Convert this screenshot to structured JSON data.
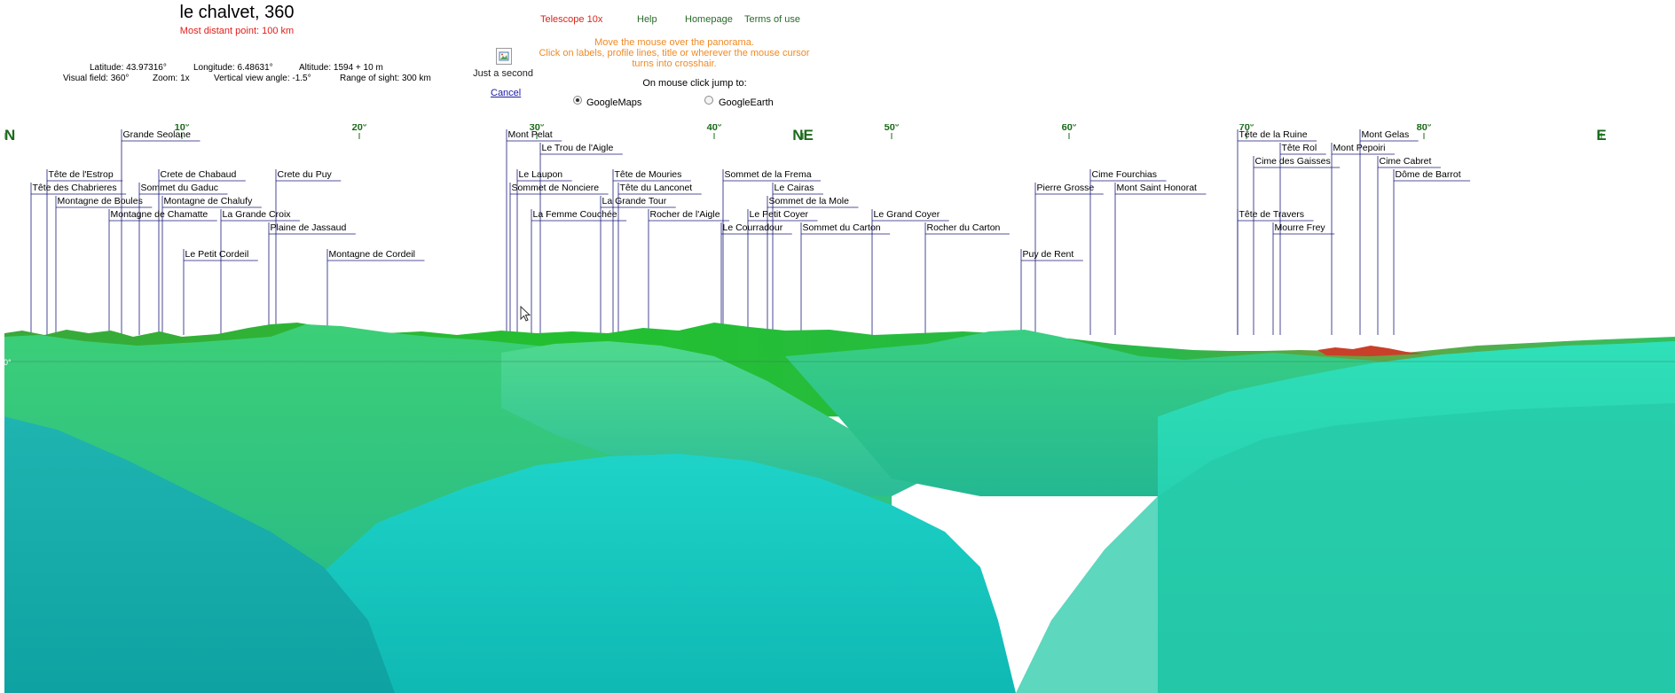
{
  "header": {
    "title": "le chalvet, 360",
    "distant": "Most distant point: 100 km",
    "latitude": "Latitude: 43.97316°",
    "longitude": "Longitude: 6.48631°",
    "altitude": "Altitude: 1594 + 10 m",
    "visual_field": "Visual field: 360°",
    "zoom": "Zoom: 1x",
    "vertical_angle": "Vertical view angle: -1.5°",
    "range": "Range of sight: 300 km"
  },
  "nav": {
    "telescope": "Telescope 10x",
    "help": "Help",
    "homepage": "Homepage",
    "terms": "Terms of use"
  },
  "instructions": {
    "line1": "Move the mouse over the panorama.",
    "line2": "Click on labels, profile lines, title or wherever the mouse cursor",
    "line3": "turns into crosshair."
  },
  "jump": {
    "label": "On mouse click jump to:",
    "option_maps": "GoogleMaps",
    "option_earth": "GoogleEarth",
    "selected": "GoogleMaps"
  },
  "loading": {
    "text": "Just a second",
    "cancel": "Cancel"
  },
  "colors": {
    "nav_red": "#d9261c",
    "nav_green": "#2a6a2a",
    "instr_orange": "#f08a24",
    "tick_green": "#1a6a1a",
    "label_line": "#1a1a7a",
    "terrain_far": "#22b83a",
    "terrain_mid": "#2fc98a",
    "terrain_near": "#20c2c0"
  },
  "scale": {
    "ticks": [
      {
        "label": "N",
        "deg": 0,
        "major": true
      },
      {
        "label": "10°",
        "deg": 10
      },
      {
        "label": "20°",
        "deg": 20
      },
      {
        "label": "30°",
        "deg": 30
      },
      {
        "label": "40°",
        "deg": 40
      },
      {
        "label": "NE",
        "deg": 45,
        "major": true
      },
      {
        "label": "50°",
        "deg": 50
      },
      {
        "label": "60°",
        "deg": 60
      },
      {
        "label": "70°",
        "deg": 70
      },
      {
        "label": "80°",
        "deg": 80
      },
      {
        "label": "E",
        "deg": 90,
        "major": true
      }
    ],
    "horizon_label": "0°"
  },
  "peaks": [
    {
      "name": "Grande Seolane",
      "deg": 6.6,
      "row": 0
    },
    {
      "name": "Tête de l'Estrop",
      "deg": 2.4,
      "row": 3
    },
    {
      "name": "Tête des Chabrieres",
      "deg": 1.5,
      "row": 4
    },
    {
      "name": "Montagne de Boules",
      "deg": 2.9,
      "row": 5
    },
    {
      "name": "Crete de Chabaud",
      "deg": 8.7,
      "row": 3
    },
    {
      "name": "Sommet du Gaduc",
      "deg": 7.6,
      "row": 4
    },
    {
      "name": "Montagne de Chalufy",
      "deg": 8.9,
      "row": 5
    },
    {
      "name": "Montagne de Chamatte",
      "deg": 5.9,
      "row": 6
    },
    {
      "name": "La Grande Croix",
      "deg": 12.2,
      "row": 6
    },
    {
      "name": "Crete du Puy",
      "deg": 15.3,
      "row": 3
    },
    {
      "name": "Plaine de Jassaud",
      "deg": 14.9,
      "row": 7
    },
    {
      "name": "Le Petit Cordeil",
      "deg": 10.1,
      "row": 9
    },
    {
      "name": "Montagne de Cordeil",
      "deg": 18.2,
      "row": 9
    },
    {
      "name": "Mont Pelat",
      "deg": 28.3,
      "row": 0
    },
    {
      "name": "Le Trou de l'Aigle",
      "deg": 30.2,
      "row": 1
    },
    {
      "name": "Le Laupon",
      "deg": 28.9,
      "row": 3
    },
    {
      "name": "Sommet de Nonciere",
      "deg": 28.5,
      "row": 4
    },
    {
      "name": "La Femme Couchée",
      "deg": 29.7,
      "row": 6
    },
    {
      "name": "La Grande Tour",
      "deg": 33.6,
      "row": 5
    },
    {
      "name": "Tête de Mouries",
      "deg": 34.3,
      "row": 3
    },
    {
      "name": "Tête du Lanconet",
      "deg": 34.6,
      "row": 4
    },
    {
      "name": "Rocher de l'Aigle",
      "deg": 36.3,
      "row": 6
    },
    {
      "name": "Sommet de la Frema",
      "deg": 40.5,
      "row": 3
    },
    {
      "name": "Le Cairas",
      "deg": 43.3,
      "row": 4
    },
    {
      "name": "Sommet de la Mole",
      "deg": 43,
      "row": 5
    },
    {
      "name": "Le Petit Coyer",
      "deg": 41.9,
      "row": 6
    },
    {
      "name": "Le Courradour",
      "deg": 40.4,
      "row": 7
    },
    {
      "name": "Sommet du Carton",
      "deg": 44.9,
      "row": 7
    },
    {
      "name": "Le Grand Coyer",
      "deg": 48.9,
      "row": 6
    },
    {
      "name": "Rocher du Carton",
      "deg": 51.9,
      "row": 7
    },
    {
      "name": "Pierre Grosse",
      "deg": 58.1,
      "row": 4
    },
    {
      "name": "Cime Fourchias",
      "deg": 61.2,
      "row": 3
    },
    {
      "name": "Mont Saint Honorat",
      "deg": 62.6,
      "row": 4
    },
    {
      "name": "Puy de Rent",
      "deg": 57.3,
      "row": 9
    },
    {
      "name": "Tête de la Ruine",
      "deg": 69.5,
      "row": 0
    },
    {
      "name": "Tête Rol",
      "deg": 71.9,
      "row": 1
    },
    {
      "name": "Cime des Gaisses",
      "deg": 70.4,
      "row": 2
    },
    {
      "name": "Tête de Travers",
      "deg": 69.5,
      "row": 6
    },
    {
      "name": "Mourre Frey",
      "deg": 71.5,
      "row": 7
    },
    {
      "name": "Mont Pepoiri",
      "deg": 74.8,
      "row": 1
    },
    {
      "name": "Mont Gelas",
      "deg": 76.4,
      "row": 0
    },
    {
      "name": "Cime Cabret",
      "deg": 77.4,
      "row": 2
    },
    {
      "name": "Dôme de Barrot",
      "deg": 78.3,
      "row": 3
    }
  ]
}
